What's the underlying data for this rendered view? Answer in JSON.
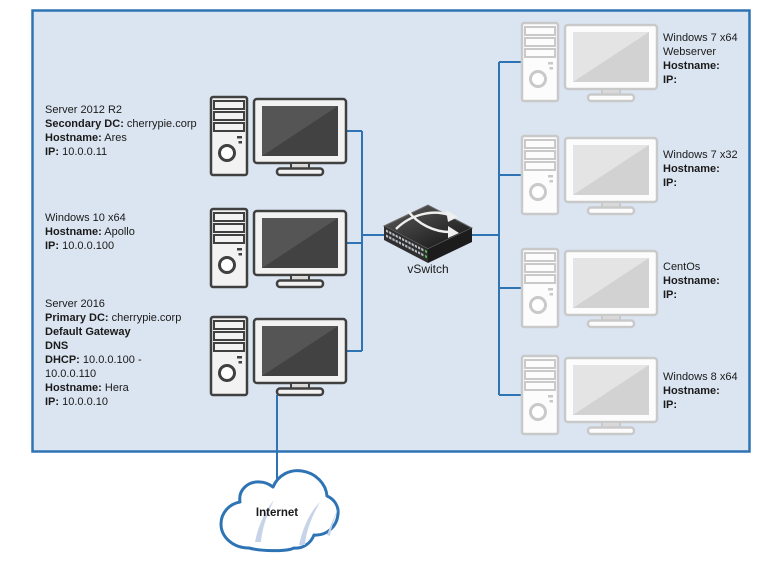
{
  "colors": {
    "boundary_fill": "#dbe5f1",
    "boundary_border": "#2e74b5",
    "connector_blue": "#2e74b5",
    "server_outline": "#404040",
    "client_outline": "#c9c9c9",
    "led_green": "#4fc14f"
  },
  "vswitch": {
    "label": "vSwitch"
  },
  "internet": {
    "label": "Internet"
  },
  "left_machines": [
    {
      "lines": [
        {
          "b": "",
          "r": "Server 2012 R2"
        },
        {
          "b": "Secondary DC:",
          "r": " cherrypie.corp"
        },
        {
          "b": "Hostname:",
          "r": " Ares"
        },
        {
          "b": "IP:",
          "r": " 10.0.0.11"
        }
      ]
    },
    {
      "lines": [
        {
          "b": "",
          "r": "Windows 10 x64"
        },
        {
          "b": "Hostname:",
          "r": " Apollo"
        },
        {
          "b": "IP:",
          "r": " 10.0.0.100"
        }
      ]
    },
    {
      "lines": [
        {
          "b": "",
          "r": "Server 2016"
        },
        {
          "b": "Primary DC:",
          "r": " cherrypie.corp"
        },
        {
          "b": "Default Gateway",
          "r": ""
        },
        {
          "b": "DNS",
          "r": ""
        },
        {
          "b": "DHCP:",
          "r": " 10.0.0.100 -"
        },
        {
          "b": "",
          "r": "10.0.0.110"
        },
        {
          "b": "Hostname:",
          "r": " Hera"
        },
        {
          "b": "IP:",
          "r": " 10.0.0.10"
        }
      ]
    }
  ],
  "right_machines": [
    {
      "lines": [
        {
          "b": "",
          "r": "Windows 7 x64"
        },
        {
          "b": "",
          "r": "Webserver"
        },
        {
          "b": "Hostname:",
          "r": ""
        },
        {
          "b": "IP:",
          "r": ""
        }
      ]
    },
    {
      "lines": [
        {
          "b": "",
          "r": "Windows 7 x32"
        },
        {
          "b": "Hostname:",
          "r": ""
        },
        {
          "b": "IP:",
          "r": ""
        }
      ]
    },
    {
      "lines": [
        {
          "b": "",
          "r": "CentOs"
        },
        {
          "b": "Hostname:",
          "r": ""
        },
        {
          "b": "IP:",
          "r": ""
        }
      ]
    },
    {
      "lines": [
        {
          "b": "",
          "r": "Windows 8 x64"
        },
        {
          "b": "Hostname:",
          "r": ""
        },
        {
          "b": "IP:",
          "r": ""
        }
      ]
    }
  ]
}
